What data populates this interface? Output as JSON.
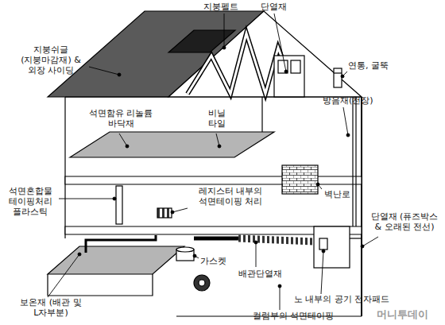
{
  "diagram": {
    "labels": [
      "지붕펠트",
      "단열재",
      "지붕쉬글(지붕마감재) & 외장 사이딩",
      "연통, 굴뚝",
      "석면함유 리놀륨 바닥재",
      "비닐 타일",
      "방음재(천장)",
      "석면혼합물 테이핑처리 플라스틱",
      "레지스터 내부의 석면테이핑 처리",
      "벽난로",
      "단열재 (퓨즈박스 & 오래된 전선)",
      "가스켓",
      "보온재 (배관 및 L자부분)",
      "배관단열재",
      "노 내부의 공기 전자패드",
      "컬럼부의 석면테이핑",
      "머니투데이"
    ]
  }
}
